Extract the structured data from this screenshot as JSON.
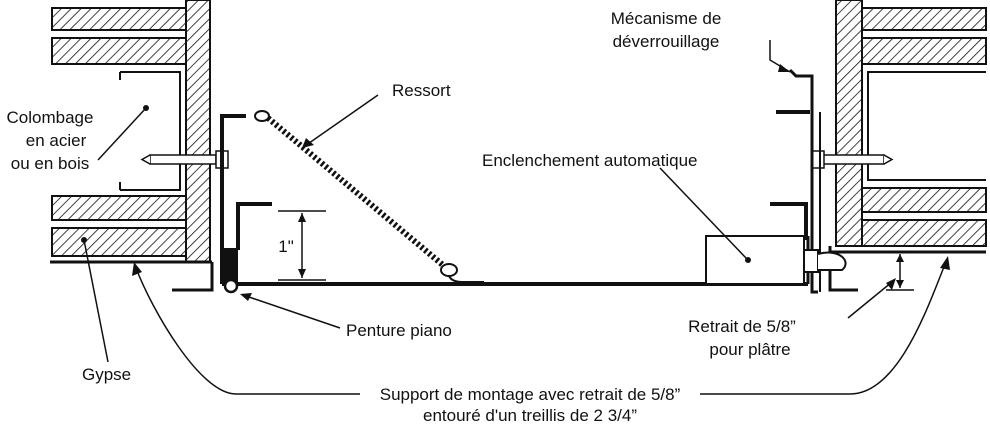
{
  "labels": {
    "colombage_line1": "Colombage",
    "colombage_line2": "en acier",
    "colombage_line3": "ou en bois",
    "gypse": "Gypse",
    "ressort": "Ressort",
    "dimension": "1\"",
    "penture": "Penture piano",
    "mecanisme_line1": "Mécanisme de",
    "mecanisme_line2": "déverrouillage",
    "enclenchement": "Enclenchement automatique",
    "retrait_line1": "Retrait de 5/8”",
    "retrait_line2": "pour plâtre",
    "support_line1": "Support de montage avec retrait de 5/8”",
    "support_line2": "entouré d'un treillis de 2 3/4”"
  }
}
